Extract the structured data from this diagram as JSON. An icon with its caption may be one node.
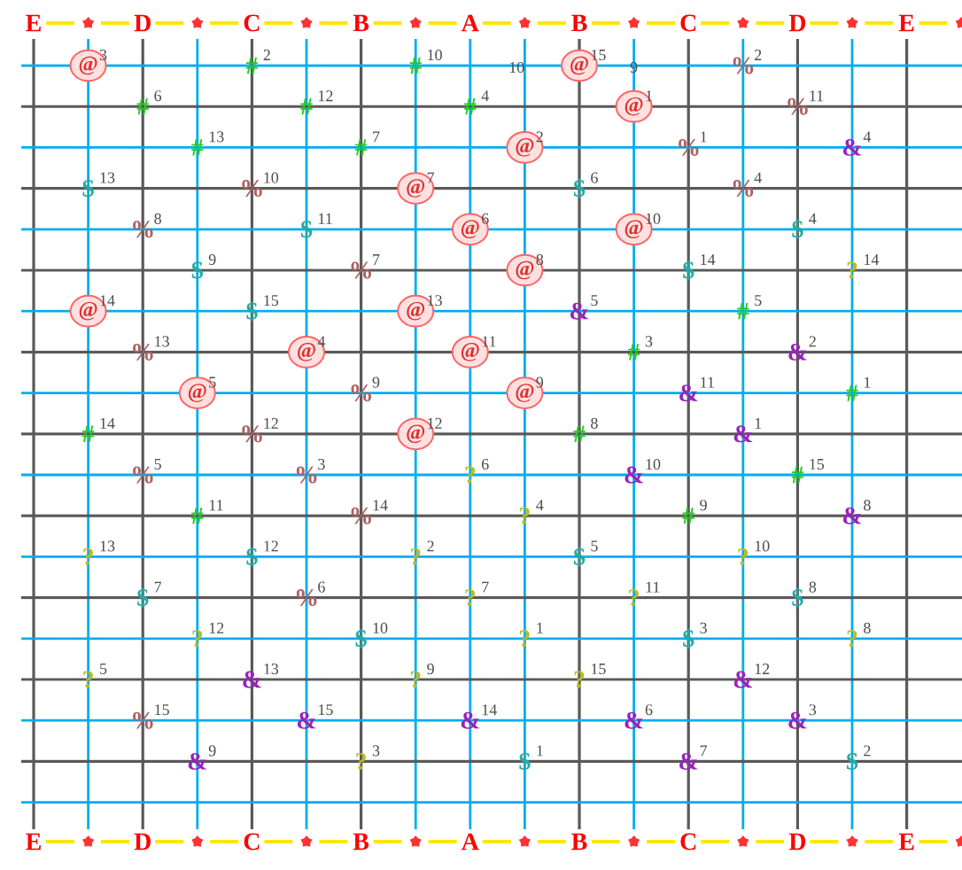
{
  "diagram": {
    "labels": [
      "E",
      "D",
      "C",
      "B",
      "A",
      "B",
      "C",
      "D",
      "E",
      "@",
      "3",
      "#",
      "2",
      "#",
      "10",
      "10",
      "@",
      "15",
      "9",
      "%",
      "2",
      "#",
      "6",
      "#",
      "12",
      "#",
      "4",
      "@",
      "1",
      "%",
      "11",
      "#",
      "13",
      "#",
      "7",
      "@",
      "2",
      "%",
      "1",
      "&",
      "4",
      "$",
      "13",
      "%",
      "10",
      "@",
      "7",
      "$",
      "6",
      "%",
      "4",
      "%",
      "8",
      "$",
      "11",
      "@",
      "6",
      "@",
      "10",
      "$",
      "4",
      "$",
      "9",
      "%",
      "7",
      "@",
      "8",
      "$",
      "14",
      "?",
      "14",
      "@",
      "14",
      "$",
      "15",
      "@",
      "13",
      "&",
      "5",
      "#",
      "5",
      "%",
      "13",
      "@",
      "4",
      "@",
      "11",
      "#",
      "3",
      "&",
      "2",
      "@",
      "5",
      "%",
      "9",
      "@",
      "9",
      "&",
      "11",
      "#",
      "1",
      "#",
      "14",
      "%",
      "12",
      "@",
      "12",
      "#",
      "8",
      "&",
      "1",
      "%",
      "5",
      "%",
      "3",
      "?",
      "6",
      "&",
      "10",
      "#",
      "15",
      "#",
      "11",
      "%",
      "14",
      "?",
      "4",
      "#",
      "9",
      "&",
      "8",
      "?",
      "13",
      "$",
      "12",
      "?",
      "2",
      "$",
      "5",
      "?",
      "10",
      "$",
      "7",
      "%",
      "6",
      "?",
      "7",
      "?",
      "11",
      "$",
      "8",
      "?",
      "12",
      "$",
      "10",
      "?",
      "1",
      "$",
      "3",
      "?",
      "8",
      "?",
      "5",
      "&",
      "13",
      "?",
      "9",
      "?",
      "15",
      "&",
      "12",
      "%",
      "15",
      "&",
      "15",
      "&",
      "14",
      "&",
      "6",
      "&",
      "3",
      "&",
      "9",
      "?",
      "3",
      "$",
      "1",
      "&",
      "7",
      "$",
      "2",
      "E",
      "D",
      "C",
      "B",
      "A",
      "B",
      "C",
      "D",
      "E"
    ]
  }
}
